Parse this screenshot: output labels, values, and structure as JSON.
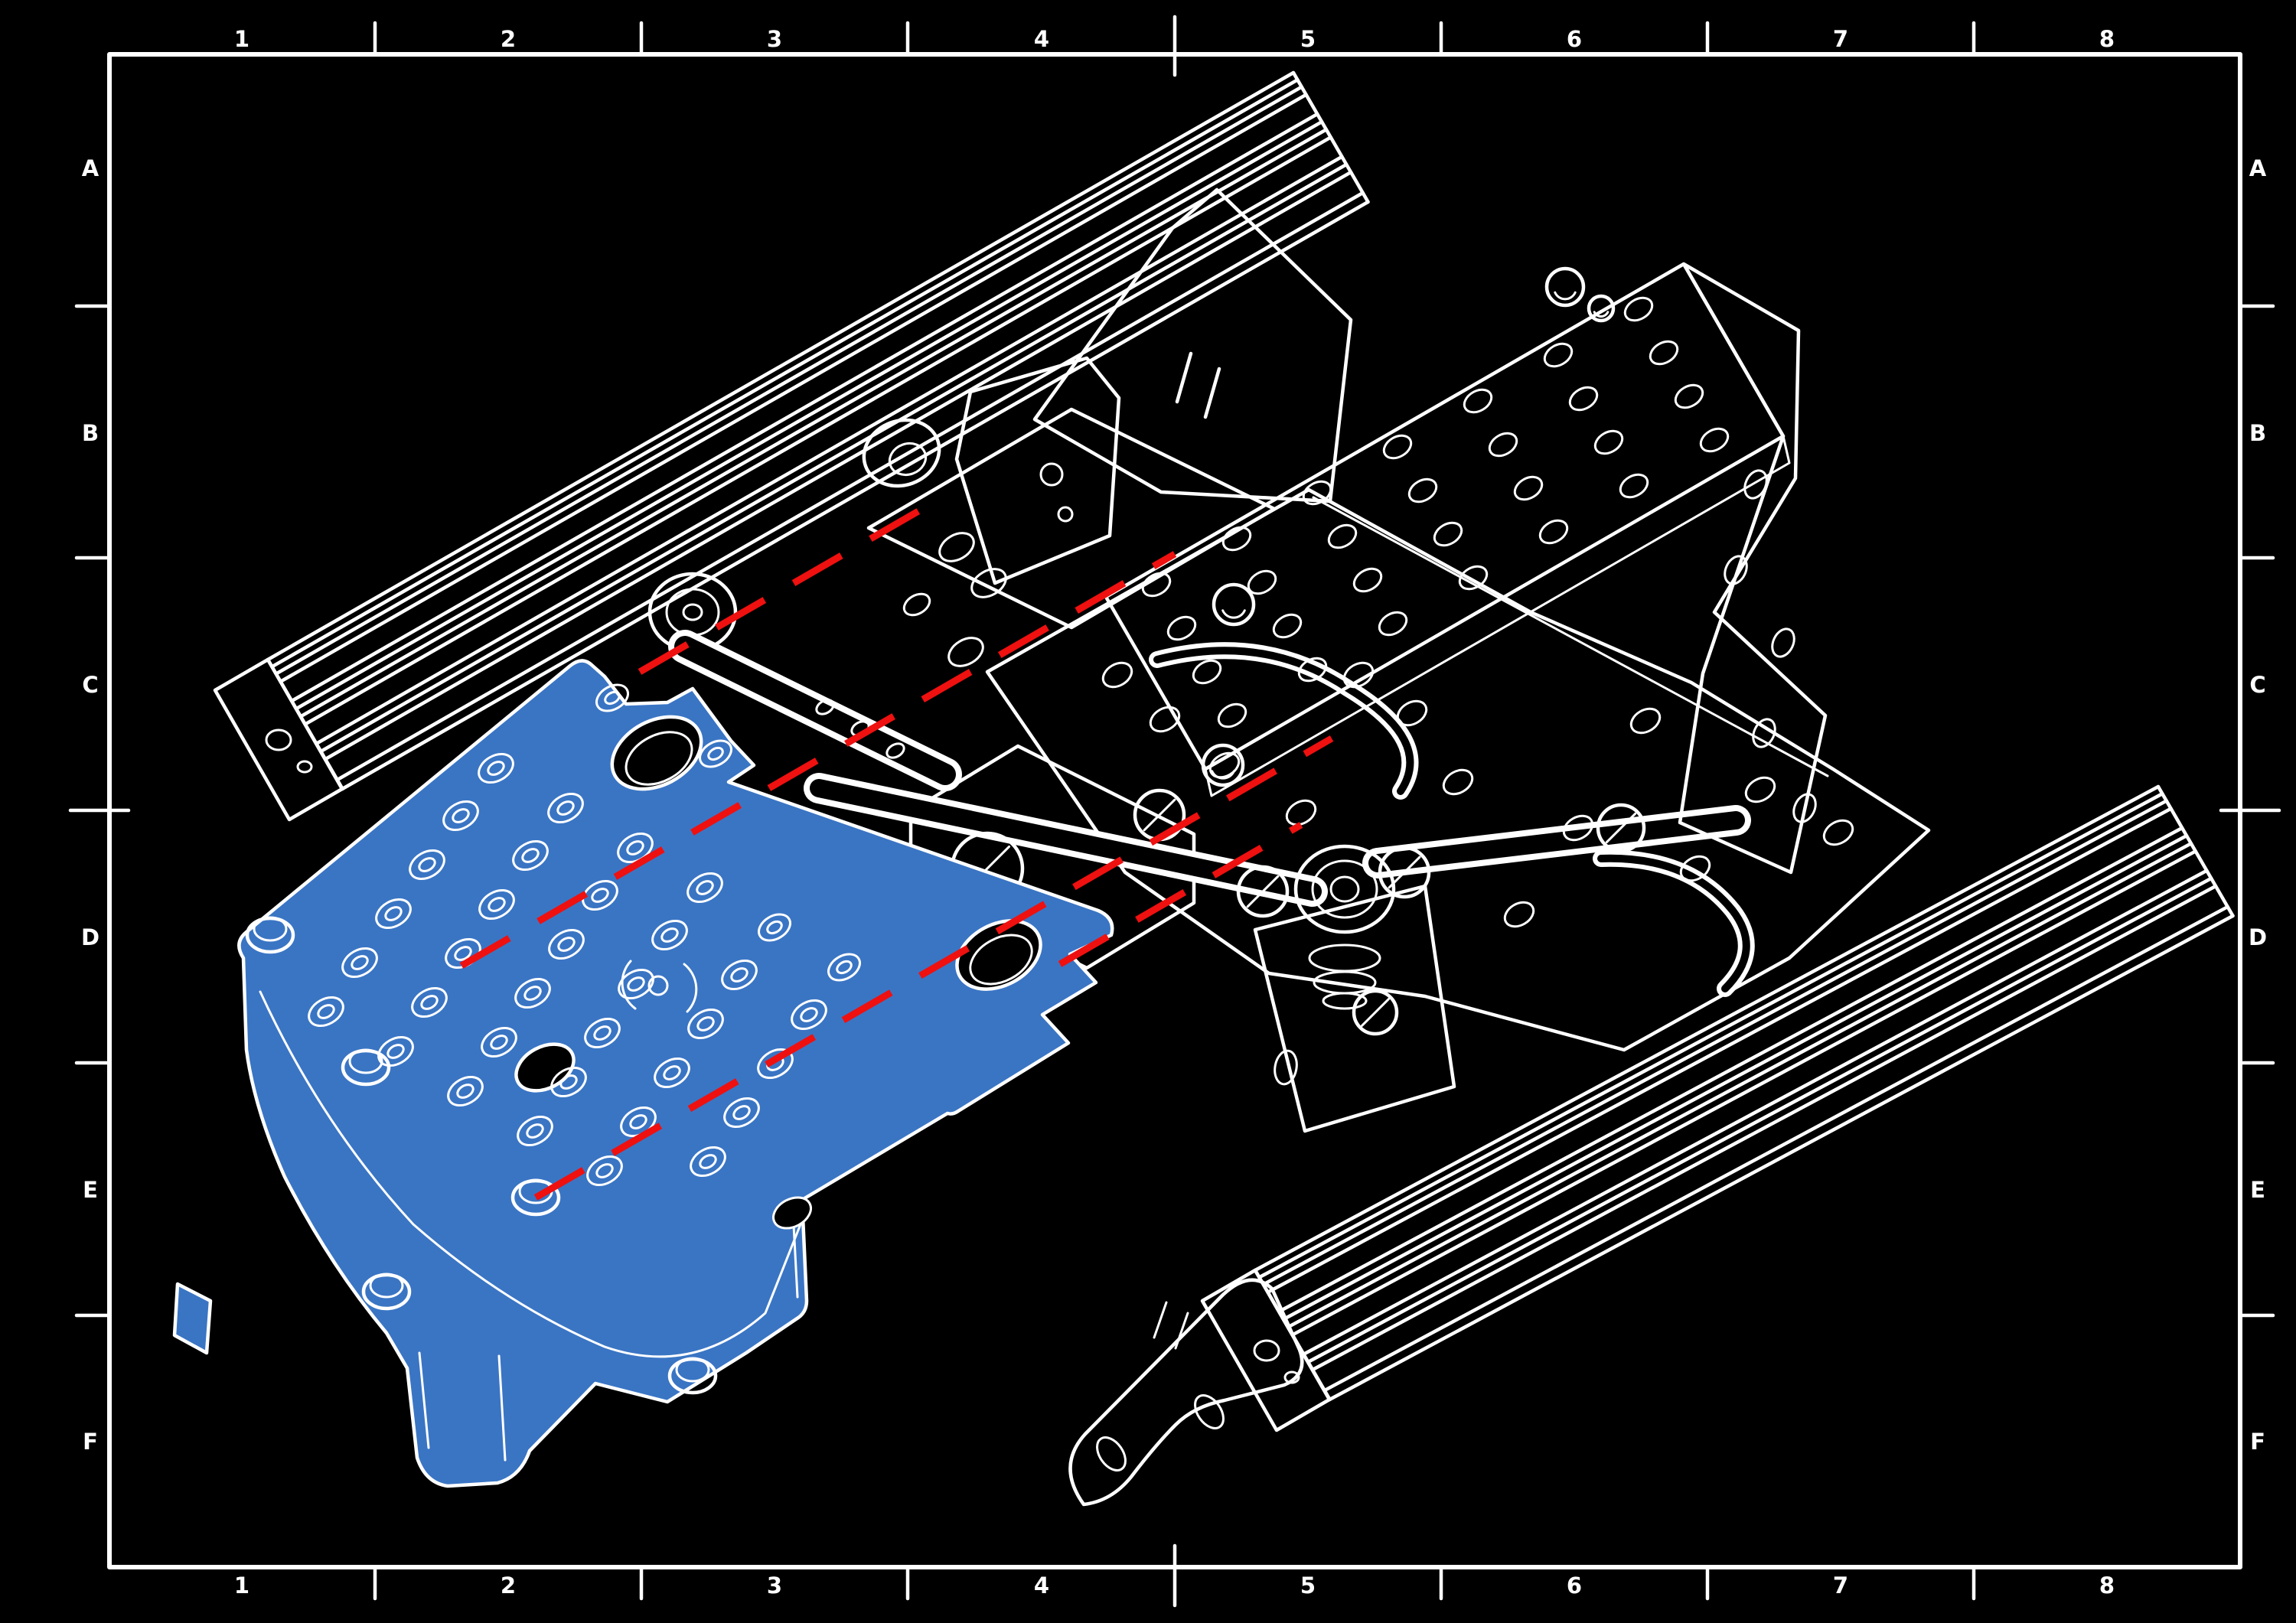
{
  "sheet": {
    "background": "#000000",
    "line_color": "#ffffff",
    "highlight_color": "#3a75c4",
    "explode_line_color": "#ef1010",
    "grid": {
      "columns": [
        "1",
        "2",
        "3",
        "4",
        "5",
        "6",
        "7",
        "8"
      ],
      "rows": [
        "A",
        "B",
        "C",
        "D",
        "E",
        "F"
      ]
    }
  }
}
